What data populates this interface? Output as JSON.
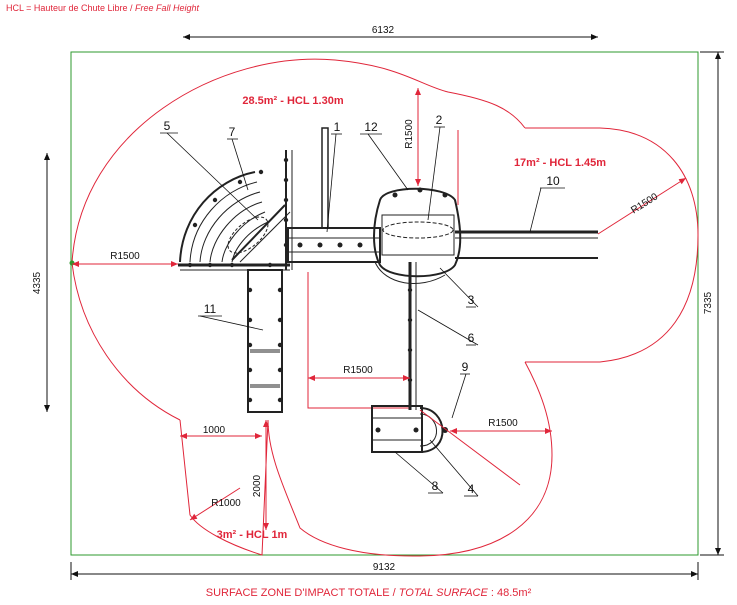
{
  "legend": {
    "prefix": "HCL = Hauteur de Chute Libre / ",
    "italic": "Free Fall Height"
  },
  "dimensions": {
    "top_width": "6132",
    "bottom_width": "9132",
    "left_height": "4335",
    "right_height": "7335",
    "r_top": "R1500",
    "r_left": "R1500",
    "r_right_top": "R1500",
    "r_mid": "R1500",
    "r_right_bottom": "R1500",
    "r_small": "R1000",
    "w_1000": "1000",
    "h_2000": "2000"
  },
  "areas": {
    "a1": "28.5m² - HCL 1.30m",
    "a2": "17m² - HCL 1.45m",
    "a3": "3m² - HCL 1m"
  },
  "callouts": [
    "1",
    "2",
    "3",
    "4",
    "5",
    "6",
    "7",
    "8",
    "9",
    "10",
    "11",
    "12"
  ],
  "footer": {
    "prefix": "SURFACE ZONE D'IMPACT TOTALE / ",
    "italic": "TOTAL SURFACE",
    "suffix": " : 48.5m²"
  },
  "colors": {
    "boundary": "#2e9a2e",
    "impact_zone": "#e0263a",
    "structure": "#222222",
    "text_red": "#e0263a"
  }
}
